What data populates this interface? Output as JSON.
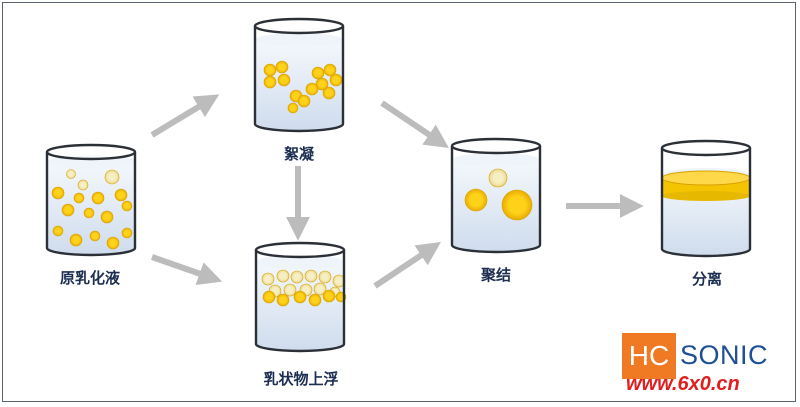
{
  "stages": {
    "original": "原乳化液",
    "flocculation": "絮凝",
    "creaming": "乳状物上浮",
    "coalescence": "聚结",
    "separation": "分离"
  },
  "logo": {
    "hc": "HC",
    "sonic": "SONIC",
    "url": "www.6x0.cn"
  },
  "colors": {
    "droplet": "#f5c400",
    "droplet_pale": "#f3e7a6",
    "liquid": "#dbe6f3",
    "arrow": "#bcbcbc",
    "label": "#1c2e52",
    "logo_orange": "#ef7a23",
    "logo_blue": "#1e4f96",
    "logo_red": "#e21e1e"
  }
}
